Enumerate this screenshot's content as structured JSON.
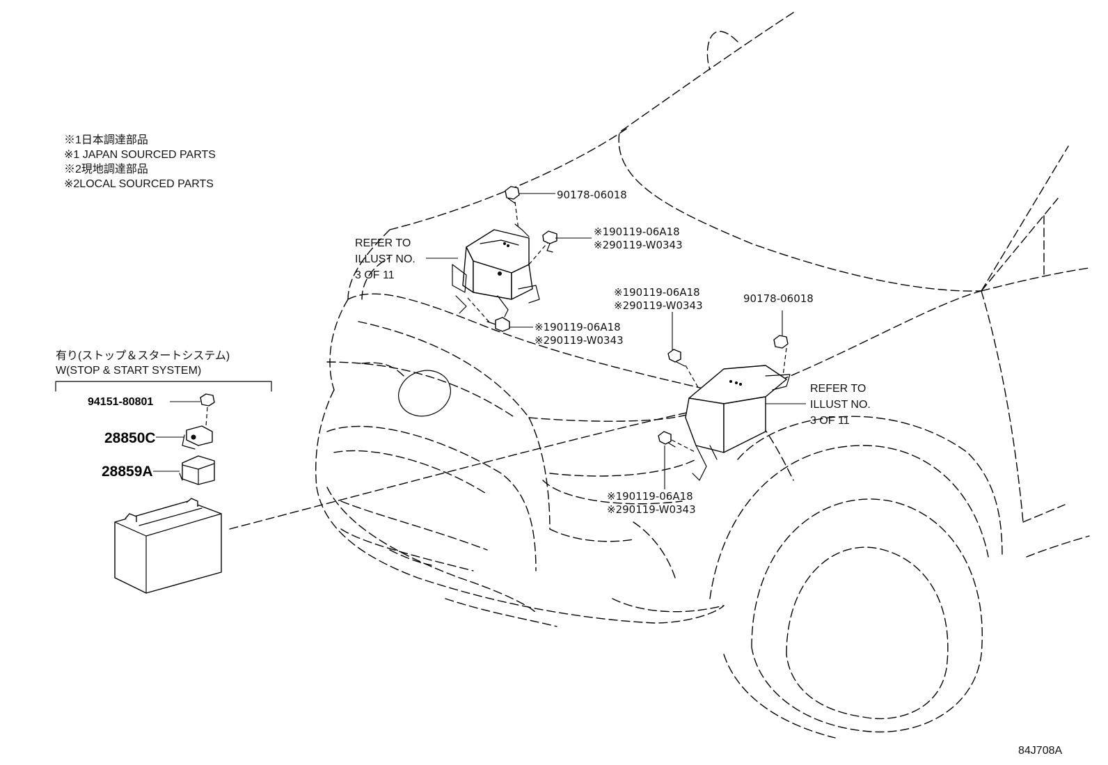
{
  "notes": [
    "※1日本調達部品",
    "※1 JAPAN SOURCED PARTS",
    "※2現地調達部品",
    "※2LOCAL SOURCED PARTS"
  ],
  "stop_start": {
    "line1": "有り(ストップ＆スタートシステム)",
    "line2": "W(STOP & START SYSTEM)"
  },
  "parts": {
    "nut_top_left": "90178-06018",
    "bolt_top_1": "※190119-06A18",
    "bolt_top_2": "※290119-W0343",
    "bolt_mid_1": "※190119-06A18",
    "bolt_mid_2": "※290119-W0343",
    "bolt_right_upper_1": "※190119-06A18",
    "bolt_right_upper_2": "※290119-W0343",
    "nut_right": "90178-06018",
    "bolt_right_lower_1": "※190119-06A18",
    "bolt_right_lower_2": "※290119-W0343",
    "battery_nut": "94151-80801",
    "part_28850c": "28850C",
    "part_28859a": "28859A"
  },
  "refer_left": [
    "REFER TO",
    "ILLUST NO.",
    "3 OF 11"
  ],
  "refer_right": [
    "REFER TO",
    "ILLUST NO.",
    "3 OF 11"
  ],
  "illustration_code": "84J708A"
}
